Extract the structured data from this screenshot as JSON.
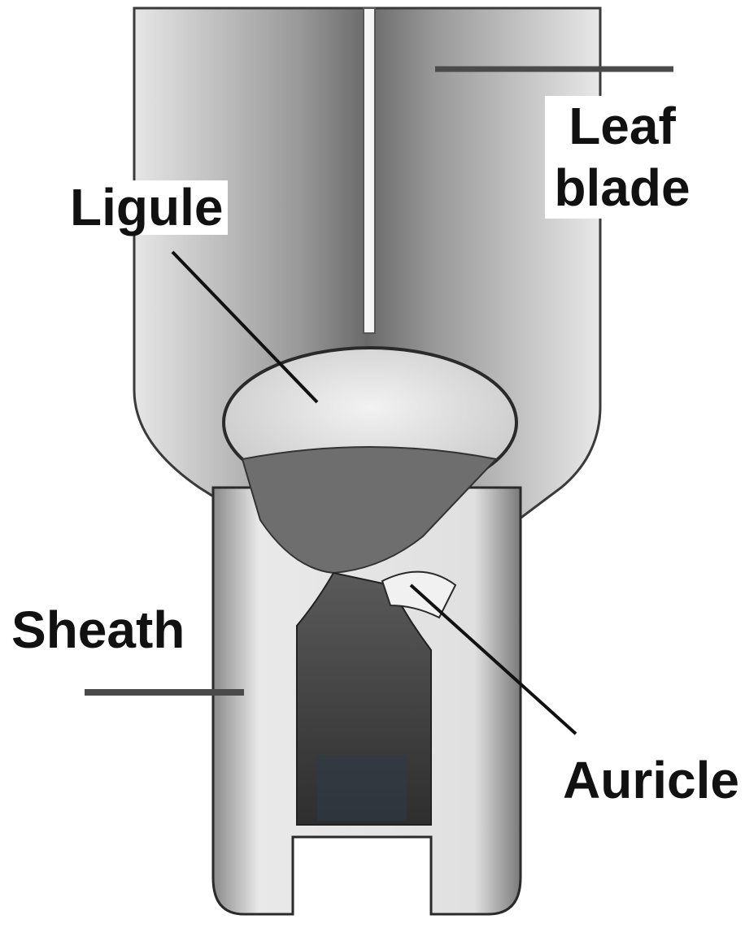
{
  "labels": {
    "leaf_blade": "Leaf blade",
    "ligule": "Ligule",
    "sheath": "Sheath",
    "auricle": "Auricle"
  },
  "colors": {
    "background": "#ffffff",
    "outline": "#2a2a2a",
    "light_tone": "#d9d9d9",
    "mid_tone": "#8c8c8c",
    "dark_tone": "#3a3a3a",
    "text": "#111111"
  }
}
